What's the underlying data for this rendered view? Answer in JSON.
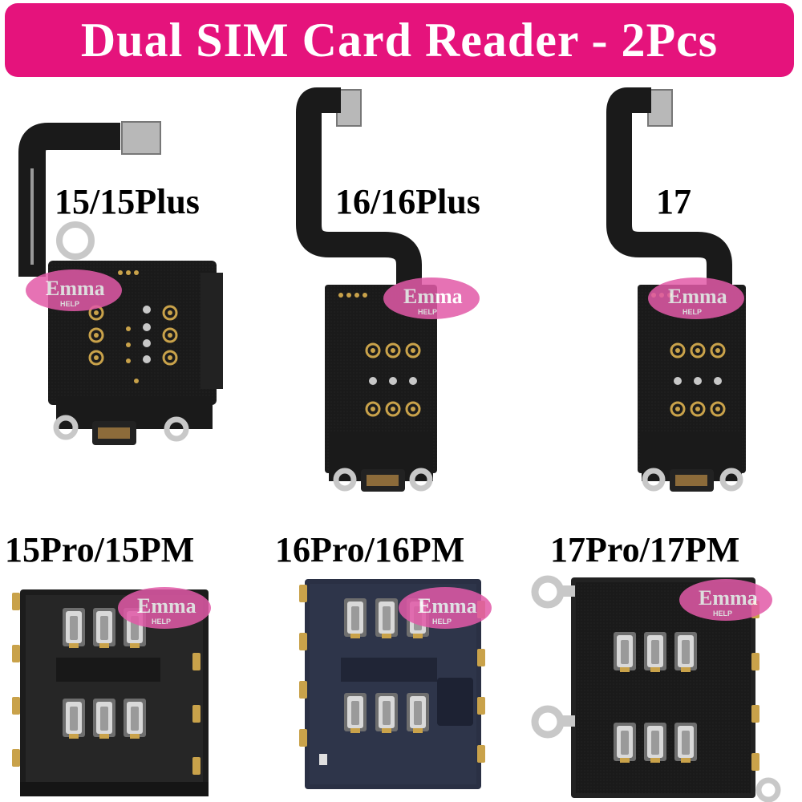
{
  "banner": {
    "title": "Dual SIM Card Reader - 2Pcs"
  },
  "products": [
    {
      "label": "15/15Plus",
      "icon": "flex-sim-reader-icon"
    },
    {
      "label": "16/16Plus",
      "icon": "flex-sim-reader-icon"
    },
    {
      "label": "17",
      "icon": "flex-sim-reader-icon"
    },
    {
      "label": "15Pro/15PM",
      "icon": "sim-tray-socket-icon"
    },
    {
      "label": "16Pro/16PM",
      "icon": "sim-tray-socket-icon"
    },
    {
      "label": "17Pro/17PM",
      "icon": "sim-tray-socket-icon"
    }
  ],
  "watermark": {
    "brand": "Emma",
    "sub": "HELP"
  },
  "colors": {
    "banner": "#e5137c",
    "board": "#141414",
    "contact": "#c9a24a",
    "metal": "#c8c8c8"
  }
}
